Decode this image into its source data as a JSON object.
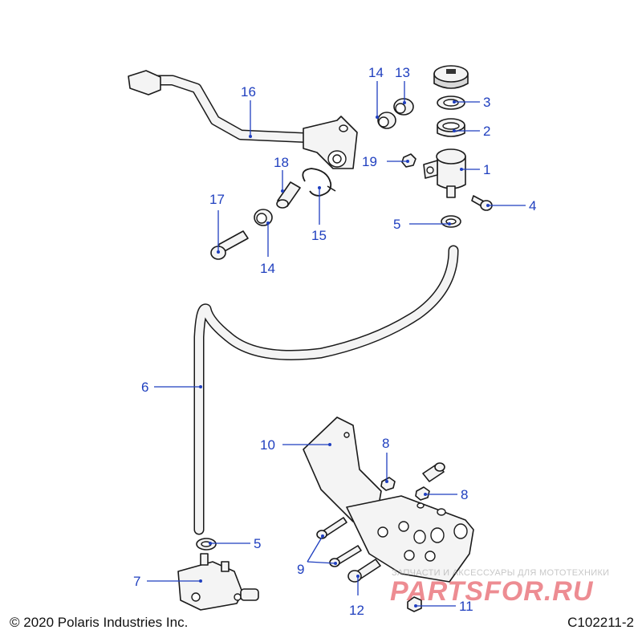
{
  "callouts": {
    "c1": "1",
    "c2": "2",
    "c3": "3",
    "c4": "4",
    "c5a": "5",
    "c5b": "5",
    "c6": "6",
    "c7": "7",
    "c8a": "8",
    "c8b": "8",
    "c9": "9",
    "c10": "10",
    "c11": "11",
    "c12": "12",
    "c13": "13",
    "c14a": "14",
    "c14b": "14",
    "c15": "15",
    "c16": "16",
    "c17": "17",
    "c18": "18",
    "c19": "19"
  },
  "footer": {
    "copyright": "© 2020 Polaris Industries Inc.",
    "diagram_id": "C102211-2"
  },
  "watermark": {
    "tagline": "ЗАПЧАСТИ И АКСЕССУАРЫ ДЛЯ МОТОТЕХНИКИ",
    "brand": "PARTSFOR.RU"
  },
  "colors": {
    "callout": "#1f3fbf",
    "line_art": "#1a1a1a",
    "watermark": "#e0303a"
  }
}
